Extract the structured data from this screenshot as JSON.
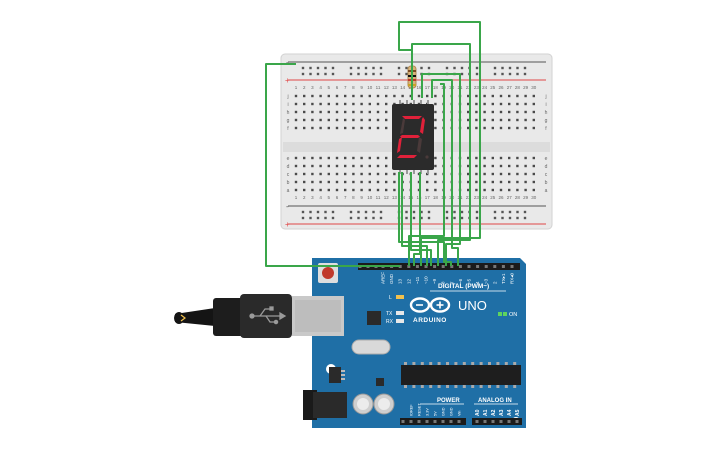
{
  "breadboard": {
    "row_letters_top": [
      "j",
      "i",
      "h",
      "g",
      "f"
    ],
    "row_letters_bottom": [
      "e",
      "d",
      "c",
      "b",
      "a"
    ],
    "column_numbers": [
      "1",
      "2",
      "3",
      "4",
      "5",
      "6",
      "7",
      "8",
      "9",
      "10",
      "11",
      "12",
      "13",
      "14",
      "15",
      "16",
      "17",
      "18",
      "19",
      "20",
      "21",
      "22",
      "23",
      "24",
      "25",
      "26",
      "27",
      "28",
      "29",
      "30"
    ],
    "rail_minus": "-",
    "rail_plus": "+"
  },
  "display": {
    "digit": "2",
    "segment_color": "#e0213a",
    "lit_segments": [
      "a",
      "b",
      "g",
      "e",
      "d"
    ]
  },
  "arduino": {
    "logo_text": "ARDUINO",
    "model_text": "UNO",
    "digital_label": "DIGITAL (PWM~)",
    "analog_label": "ANALOG IN",
    "power_label": "POWER",
    "on_label": "ON",
    "l_label": "L",
    "tx_label": "TX",
    "rx_label": "RX",
    "header_pins": [
      "AREF",
      "GND",
      "13",
      "12",
      "~11",
      "~10",
      "~9",
      "8",
      "7",
      "~6",
      "~5",
      "4",
      "~3",
      "2",
      "TX▸1",
      "RX◂0"
    ],
    "power_pins": [
      "IOREF",
      "RESET",
      "3.3V",
      "5V",
      "GND",
      "GND",
      "Vin"
    ],
    "analog_pins": [
      "A0",
      "A1",
      "A2",
      "A3",
      "A4",
      "A5"
    ],
    "board_color": "#1f6fa6"
  },
  "colors": {
    "wire": "#3aa64a",
    "rail_red": "#e04646",
    "rail_black": "#555555"
  }
}
